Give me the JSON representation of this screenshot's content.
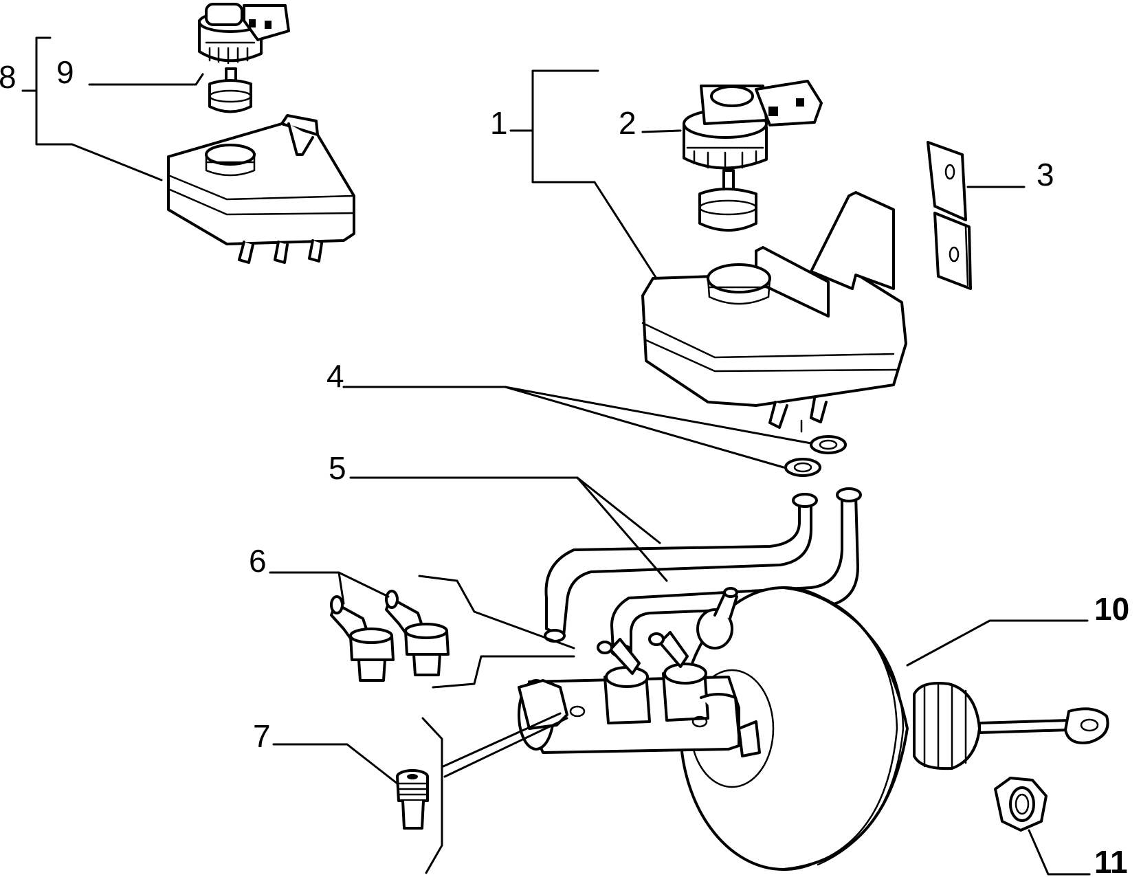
{
  "diagram": {
    "callouts": [
      {
        "id": "1",
        "text": "1"
      },
      {
        "id": "2",
        "text": "2"
      },
      {
        "id": "3",
        "text": "3"
      },
      {
        "id": "4",
        "text": "4"
      },
      {
        "id": "5",
        "text": "5"
      },
      {
        "id": "6",
        "text": "6"
      },
      {
        "id": "7",
        "text": "7"
      },
      {
        "id": "8",
        "text": "8"
      },
      {
        "id": "9",
        "text": "9"
      },
      {
        "id": "10",
        "text": "10"
      },
      {
        "id": "11",
        "text": "11"
      }
    ],
    "parts": [
      "brake-fluid-reservoir-assembly",
      "reservoir-cap-with-level-sensor",
      "mounting-bracket",
      "seal-rings",
      "connecting-hoses",
      "hose-connectors",
      "bleed-screw",
      "alternative-reservoir-assembly",
      "alternative-reservoir-cap",
      "brake-servo-with-master-cylinder",
      "nut"
    ]
  }
}
